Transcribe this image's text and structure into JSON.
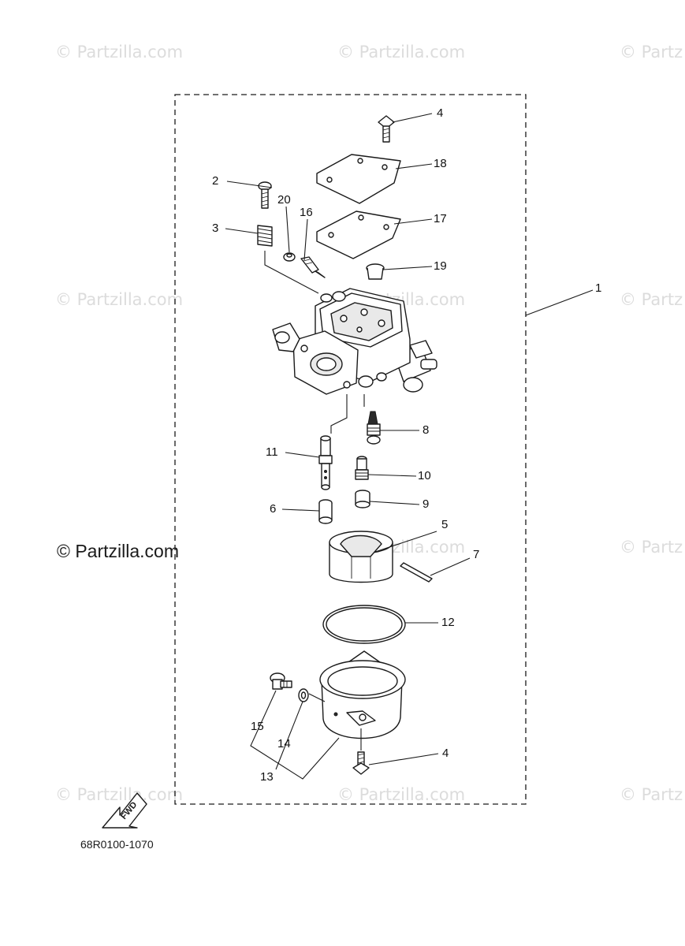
{
  "watermark": "© Partzilla.com",
  "watermark_main": "© Partzilla.com",
  "watermark_edge": "© Partz",
  "diagram_code": "68R0100-1070",
  "fwd_label": "FWD",
  "callouts": {
    "c1": "1",
    "c2": "2",
    "c3": "3",
    "c4a": "4",
    "c4b": "4",
    "c5": "5",
    "c6": "6",
    "c7": "7",
    "c8": "8",
    "c9": "9",
    "c10": "10",
    "c11": "11",
    "c12": "12",
    "c13": "13",
    "c14": "14",
    "c15": "15",
    "c16": "16",
    "c17": "17",
    "c18": "18",
    "c19": "19",
    "c20": "20"
  }
}
